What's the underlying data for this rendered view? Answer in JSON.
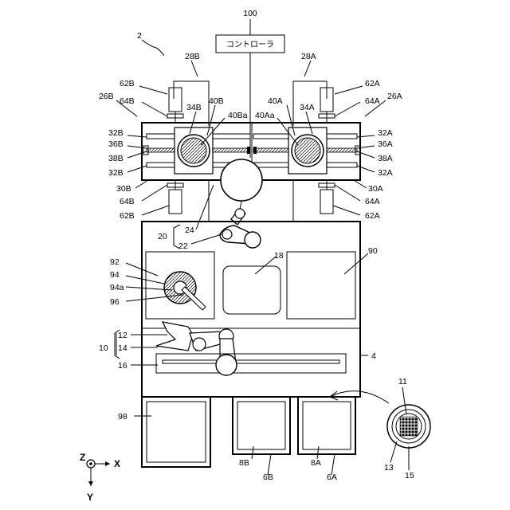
{
  "controller": {
    "ref": "100",
    "label": "コントローラ"
  },
  "labels": {
    "system": "2",
    "l_28A": "28A",
    "l_28B": "28B",
    "l_62A_top": "62A",
    "l_62B_top": "62B",
    "l_64A_top": "64A",
    "l_64B_top": "64B",
    "l_26A": "26A",
    "l_26B": "26B",
    "l_34A": "34A",
    "l_34B": "34B",
    "l_40A": "40A",
    "l_40B": "40B",
    "l_40Aa": "40Aa",
    "l_40Ba": "40Ba",
    "l_32A_1": "32A",
    "l_36A": "36A",
    "l_38A": "38A",
    "l_32A_2": "32A",
    "l_32B_1": "32B",
    "l_36B": "36B",
    "l_38B": "38B",
    "l_32B_2": "32B",
    "l_30A": "30A",
    "l_30B": "30B",
    "l_64A_bot": "64A",
    "l_64B_bot": "64B",
    "l_62A_bot": "62A",
    "l_62B_bot": "62B",
    "l_24": "24",
    "l_20": "20",
    "l_22": "22",
    "l_92": "92",
    "l_94": "94",
    "l_94a": "94a",
    "l_96": "96",
    "l_18": "18",
    "l_90": "90",
    "l_12": "12",
    "l_14": "14",
    "l_10": "10",
    "l_16": "16",
    "l_4": "4",
    "l_98": "98",
    "l_8B": "8B",
    "l_6B": "6B",
    "l_8A": "8A",
    "l_6A": "6A",
    "l_11": "11",
    "l_13": "13",
    "l_15": "15"
  },
  "axes": {
    "z": "Z",
    "x": "X",
    "y": "Y"
  }
}
